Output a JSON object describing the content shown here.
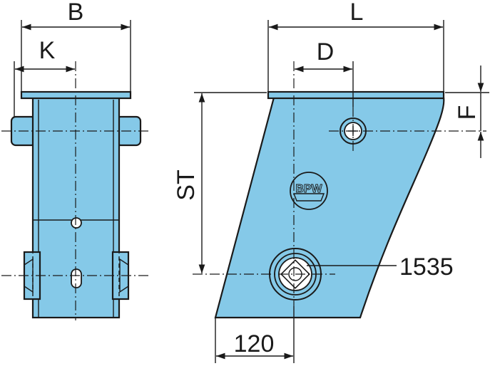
{
  "colors": {
    "part_fill": "#85c9e8",
    "line": "#1a1a1a",
    "background": "#ffffff"
  },
  "labels": {
    "B": "B",
    "K": "K",
    "L": "L",
    "D": "D",
    "F": "F",
    "ST": "ST",
    "callout": "1535",
    "width_120": "120",
    "logo": "BPW"
  }
}
